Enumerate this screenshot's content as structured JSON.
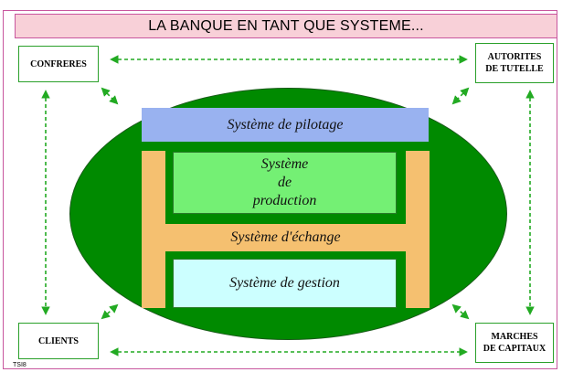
{
  "title": "LA BANQUE EN TANT QUE SYSTEME...",
  "corners": {
    "top_left": [
      "CONFRERES"
    ],
    "top_right": [
      "AUTORITES",
      "DE TUTELLE"
    ],
    "bottom_left": [
      "CLIENTS"
    ],
    "bottom_right": [
      "MARCHES",
      "DE CAPITAUX"
    ]
  },
  "systems": {
    "pilotage": "Système de pilotage",
    "production": [
      "Système",
      "de",
      "production"
    ],
    "echange": "Système d'échange",
    "gestion": "Système de gestion"
  },
  "footer": "TSI8",
  "colors": {
    "ellipse": "#008a00",
    "pilotage": "#99b2f0",
    "echange": "#f5c070",
    "production": "#74f074",
    "gestion": "#ccffff",
    "arrow": "#22aa22",
    "frame": "#c8569e",
    "title_bg": "#f8d0d8"
  }
}
